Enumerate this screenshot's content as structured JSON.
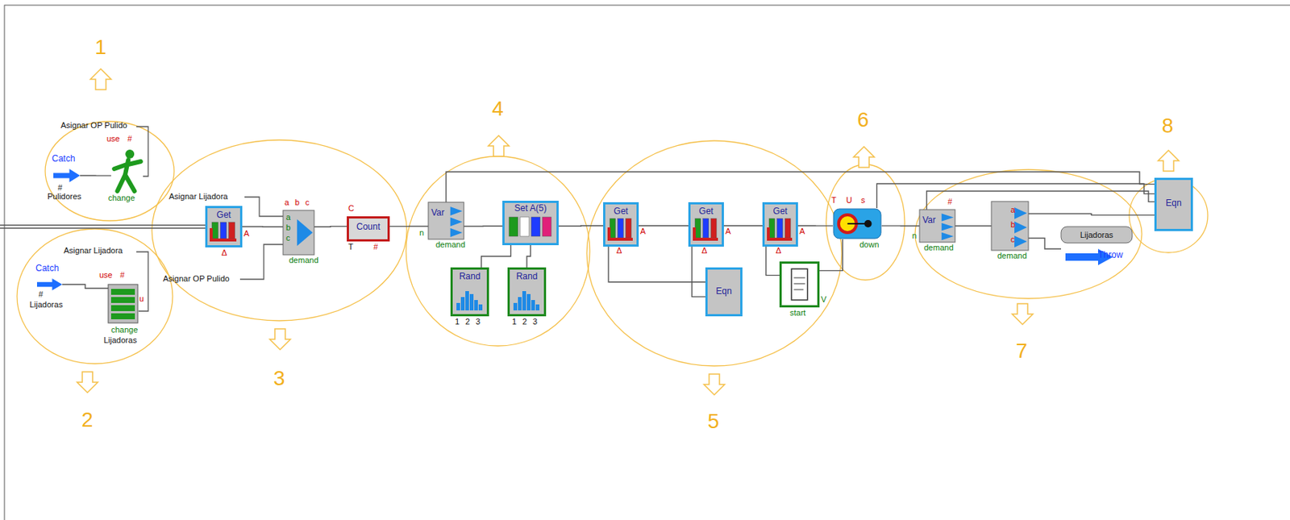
{
  "diagram": {
    "nodes": [
      {
        "text": [
          "Catch",
          "#",
          "Pulidores"
        ]
      },
      {
        "text": [
          "use",
          "#",
          "change"
        ]
      },
      {
        "text": [
          "Catch",
          "#",
          "Lijadoras"
        ]
      },
      {
        "text": [
          "use",
          "#",
          "u",
          "change",
          "Lijadoras"
        ]
      },
      {
        "text": [
          "Get",
          "A",
          "Δ"
        ]
      },
      {
        "text": [
          "a",
          "b",
          "c",
          "a",
          "b",
          "c",
          "demand"
        ]
      },
      {
        "text": [
          "Count",
          "C",
          "T",
          "#"
        ]
      },
      {
        "text": [
          "Var",
          "n",
          "demand"
        ]
      },
      {
        "text": [
          "Set A(5)"
        ]
      },
      {
        "text": [
          "Rand",
          "1",
          "2",
          "3"
        ]
      },
      {
        "text": [
          "Rand",
          "1",
          "2",
          "3"
        ]
      },
      {
        "text": [
          "Get",
          "A",
          "Δ"
        ]
      },
      {
        "text": [
          "Get",
          "A",
          "Δ"
        ]
      },
      {
        "text": [
          "Get",
          "A",
          "Δ"
        ]
      },
      {
        "text": [
          "Eqn"
        ]
      },
      {
        "text": [
          "start",
          "V"
        ]
      },
      {
        "text": [
          "T",
          "U",
          "s",
          "down"
        ]
      },
      {
        "text": [
          "Var",
          "#",
          "n",
          "demand"
        ]
      },
      {
        "text": [
          "a",
          "b",
          "c",
          "demand"
        ]
      },
      {
        "text": [
          "Lijadoras",
          "Throw"
        ]
      },
      {
        "text": [
          "Eqn"
        ]
      }
    ],
    "edges": [
      {
        "from": 0,
        "to": 1,
        "arrow": "none"
      },
      {
        "from": 2,
        "to": 3,
        "arrow": "none"
      },
      {
        "from": 4,
        "to": 5,
        "arrow": "none"
      },
      {
        "from": 5,
        "to": 6,
        "arrow": "none"
      },
      {
        "from": 6,
        "to": 7,
        "arrow": "none"
      },
      {
        "from": 7,
        "to": 8,
        "arrow": "none"
      },
      {
        "from": 8,
        "to": 11,
        "arrow": "none"
      },
      {
        "from": 11,
        "to": 12,
        "arrow": "none"
      },
      {
        "from": 12,
        "to": 13,
        "arrow": "none"
      },
      {
        "from": 13,
        "to": 16,
        "arrow": "none"
      },
      {
        "from": 16,
        "to": 17,
        "arrow": "none"
      },
      {
        "from": 17,
        "to": 18,
        "arrow": "none"
      },
      {
        "from": 18,
        "to": 19,
        "arrow": "none"
      },
      {
        "from": 9,
        "to": 8,
        "arrow": "none"
      },
      {
        "from": 10,
        "to": 8,
        "arrow": "none"
      },
      {
        "from": 11,
        "to": 14,
        "arrow": "none"
      },
      {
        "from": 12,
        "to": 14,
        "arrow": "none"
      },
      {
        "from": 13,
        "to": 15,
        "arrow": "none"
      },
      {
        "from": 15,
        "to": 16,
        "arrow": "none"
      },
      {
        "from": 7,
        "to": 20,
        "arrow": "none"
      },
      {
        "from": 16,
        "to": 20,
        "arrow": "none"
      },
      {
        "from": 17,
        "to": 20,
        "arrow": "none"
      },
      {
        "from": 18,
        "to": 20,
        "arrow": "none"
      }
    ],
    "labels": [
      "Asignar OP Pulido",
      "Asignar Lijadora",
      "Asignar Lijadora",
      "Asignar OP Pulido",
      "1",
      "2",
      "3",
      "4",
      "5",
      "6",
      "7",
      "8"
    ]
  }
}
